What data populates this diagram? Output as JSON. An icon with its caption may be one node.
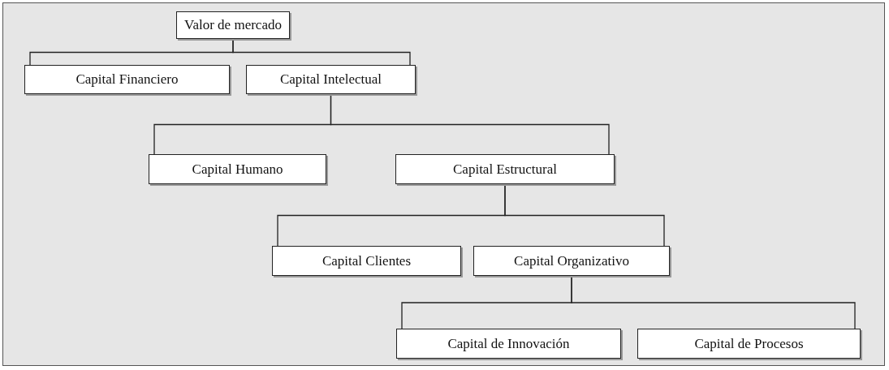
{
  "diagram": {
    "nodes": [
      {
        "text": [
          "Valor de mercado"
        ]
      },
      {
        "text": [
          "Capital Financiero"
        ]
      },
      {
        "text": [
          "Capital Intelectual"
        ]
      },
      {
        "text": [
          "Capital Humano"
        ]
      },
      {
        "text": [
          "Capital Estructural"
        ]
      },
      {
        "text": [
          "Capital Clientes"
        ]
      },
      {
        "text": [
          "Capital Organizativo"
        ]
      },
      {
        "text": [
          "Capital de Innovación"
        ]
      },
      {
        "text": [
          "Capital de Procesos"
        ]
      }
    ],
    "edges": [
      {
        "from": 0,
        "to": 1,
        "arrow": "none"
      },
      {
        "from": 0,
        "to": 2,
        "arrow": "none"
      },
      {
        "from": 2,
        "to": 3,
        "arrow": "none"
      },
      {
        "from": 2,
        "to": 4,
        "arrow": "none"
      },
      {
        "from": 4,
        "to": 5,
        "arrow": "none"
      },
      {
        "from": 4,
        "to": 6,
        "arrow": "none"
      },
      {
        "from": 6,
        "to": 7,
        "arrow": "none"
      },
      {
        "from": 6,
        "to": 8,
        "arrow": "none"
      }
    ]
  }
}
